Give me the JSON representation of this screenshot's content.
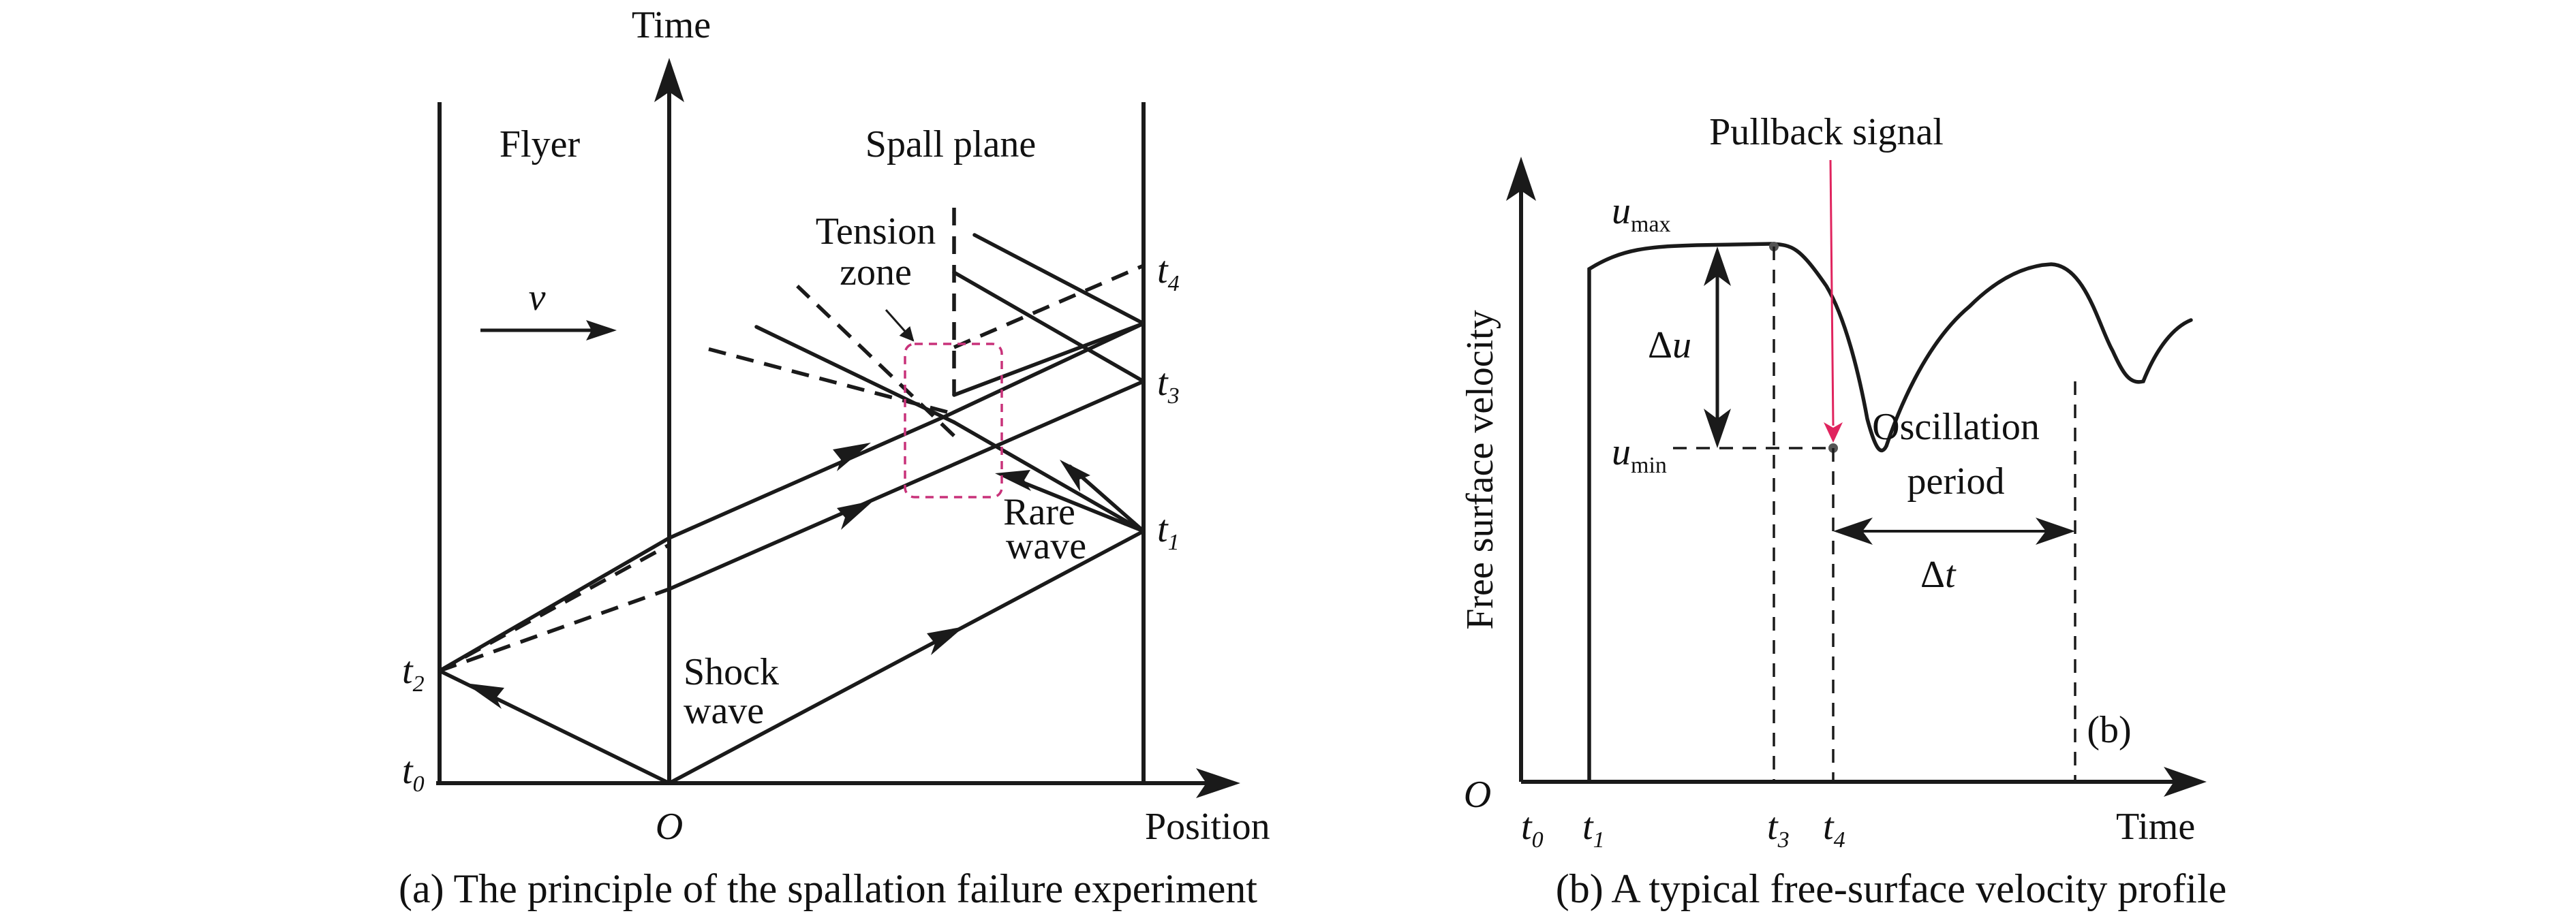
{
  "panel_a": {
    "y_axis_label": "Time",
    "x_axis_label": "Position",
    "origin_label": "O",
    "flyer_label": "Flyer",
    "spall_plane_label": "Spall plane",
    "velocity_label": "v",
    "tension_zone_label_line1": "Tension",
    "tension_zone_label_line2": "zone",
    "rare_wave_label_line1": "Rare",
    "rare_wave_label_line2": "wave",
    "shock_wave_label_line1": "Shock",
    "shock_wave_label_line2": "wave",
    "t0": {
      "base": "t",
      "sub": "0"
    },
    "t1": {
      "base": "t",
      "sub": "1"
    },
    "t2": {
      "base": "t",
      "sub": "2"
    },
    "t3": {
      "base": "t",
      "sub": "3"
    },
    "t4": {
      "base": "t",
      "sub": "4"
    },
    "caption": "(a) The principle of the spallation failure experiment"
  },
  "panel_b": {
    "y_axis_label": "Free surface velocity",
    "x_axis_label": "Time",
    "origin_label": "O",
    "pullback_label": "Pullback signal",
    "u_max": {
      "base": "u",
      "sub": "max"
    },
    "u_min": {
      "base": "u",
      "sub": "min"
    },
    "delta_u": {
      "delta": "Δ",
      "var": "u"
    },
    "delta_t": {
      "delta": "Δ",
      "var": "t"
    },
    "oscillation_label_line1": "Oscillation",
    "oscillation_label_line2": "period",
    "panel_tag": "(b)",
    "t0": {
      "base": "t",
      "sub": "0"
    },
    "t1": {
      "base": "t",
      "sub": "1"
    },
    "t3": {
      "base": "t",
      "sub": "3"
    },
    "t4": {
      "base": "t",
      "sub": "4"
    },
    "caption": "(b) A typical free-surface velocity profile",
    "pullback_color": "#e0245e"
  },
  "tension_zone_box_color": "#c8327a"
}
